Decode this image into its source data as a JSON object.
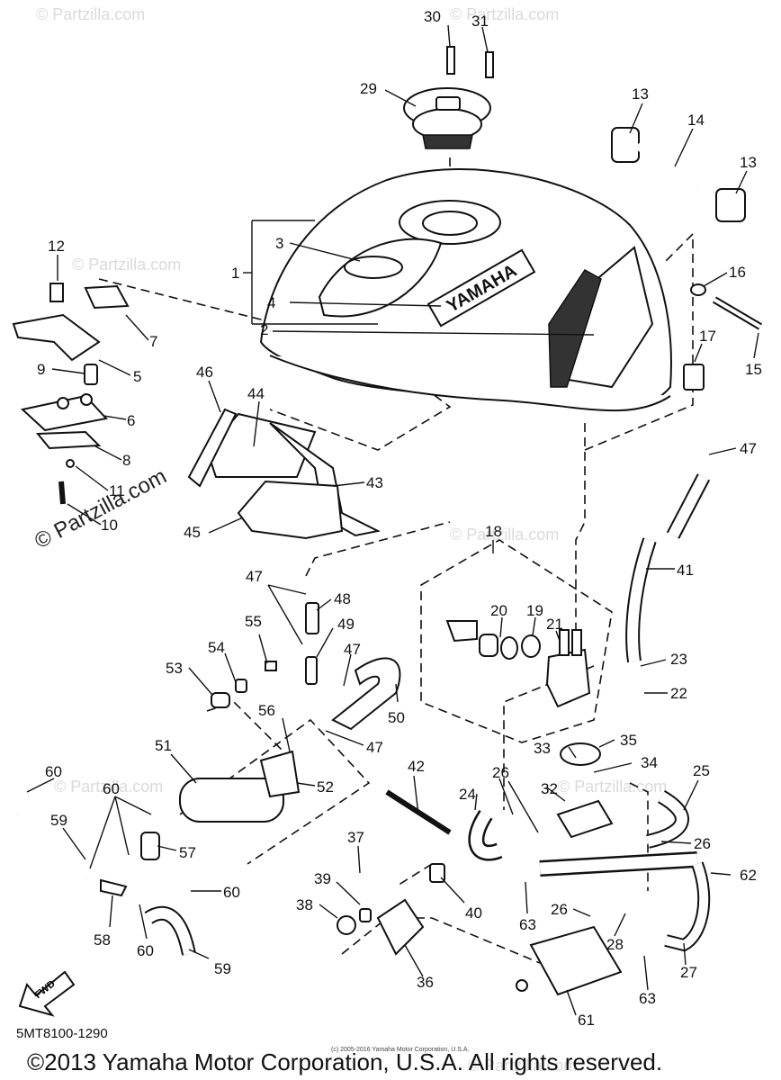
{
  "diagram": {
    "brand_text": "YAMAHA",
    "fwd_label": "FWD",
    "part_code": "5MT8100-1290",
    "small_copyright": "(c) 2005-2016 Yamaha Motor Corporation, U.S.A.",
    "copyright": "©2013 Yamaha Motor Corporation, U.S.A. All rights reserved.",
    "watermark_side": "© Partzilla.com",
    "watermark_faint": "© Partzilla.com",
    "callouts": [
      {
        "id": "c1",
        "label": "1"
      },
      {
        "id": "c2",
        "label": "2"
      },
      {
        "id": "c3",
        "label": "3"
      },
      {
        "id": "c4",
        "label": "4"
      },
      {
        "id": "c5",
        "label": "5"
      },
      {
        "id": "c6",
        "label": "6"
      },
      {
        "id": "c7",
        "label": "7"
      },
      {
        "id": "c8",
        "label": "8"
      },
      {
        "id": "c9",
        "label": "9"
      },
      {
        "id": "c10",
        "label": "10"
      },
      {
        "id": "c11",
        "label": "11"
      },
      {
        "id": "c12",
        "label": "12"
      },
      {
        "id": "c13a",
        "label": "13"
      },
      {
        "id": "c13b",
        "label": "13"
      },
      {
        "id": "c14",
        "label": "14"
      },
      {
        "id": "c15",
        "label": "15"
      },
      {
        "id": "c16",
        "label": "16"
      },
      {
        "id": "c17",
        "label": "17"
      },
      {
        "id": "c18",
        "label": "18"
      },
      {
        "id": "c19",
        "label": "19"
      },
      {
        "id": "c20",
        "label": "20"
      },
      {
        "id": "c21",
        "label": "21"
      },
      {
        "id": "c22",
        "label": "22"
      },
      {
        "id": "c23",
        "label": "23"
      },
      {
        "id": "c24",
        "label": "24"
      },
      {
        "id": "c25",
        "label": "25"
      },
      {
        "id": "c26a",
        "label": "26"
      },
      {
        "id": "c26b",
        "label": "26"
      },
      {
        "id": "c26c",
        "label": "26"
      },
      {
        "id": "c27",
        "label": "27"
      },
      {
        "id": "c28",
        "label": "28"
      },
      {
        "id": "c29",
        "label": "29"
      },
      {
        "id": "c30",
        "label": "30"
      },
      {
        "id": "c31",
        "label": "31"
      },
      {
        "id": "c32",
        "label": "32"
      },
      {
        "id": "c33",
        "label": "33"
      },
      {
        "id": "c34",
        "label": "34"
      },
      {
        "id": "c35",
        "label": "35"
      },
      {
        "id": "c36",
        "label": "36"
      },
      {
        "id": "c37",
        "label": "37"
      },
      {
        "id": "c38",
        "label": "38"
      },
      {
        "id": "c39",
        "label": "39"
      },
      {
        "id": "c40",
        "label": "40"
      },
      {
        "id": "c41",
        "label": "41"
      },
      {
        "id": "c42",
        "label": "42"
      },
      {
        "id": "c43",
        "label": "43"
      },
      {
        "id": "c44",
        "label": "44"
      },
      {
        "id": "c45",
        "label": "45"
      },
      {
        "id": "c46",
        "label": "46"
      },
      {
        "id": "c47a",
        "label": "47"
      },
      {
        "id": "c47b",
        "label": "47"
      },
      {
        "id": "c47c",
        "label": "47"
      },
      {
        "id": "c47d",
        "label": "47"
      },
      {
        "id": "c48",
        "label": "48"
      },
      {
        "id": "c49",
        "label": "49"
      },
      {
        "id": "c50",
        "label": "50"
      },
      {
        "id": "c51",
        "label": "51"
      },
      {
        "id": "c52",
        "label": "52"
      },
      {
        "id": "c53",
        "label": "53"
      },
      {
        "id": "c54",
        "label": "54"
      },
      {
        "id": "c55",
        "label": "55"
      },
      {
        "id": "c56",
        "label": "56"
      },
      {
        "id": "c57",
        "label": "57"
      },
      {
        "id": "c58",
        "label": "58"
      },
      {
        "id": "c59a",
        "label": "59"
      },
      {
        "id": "c59b",
        "label": "59"
      },
      {
        "id": "c60a",
        "label": "60"
      },
      {
        "id": "c60b",
        "label": "60"
      },
      {
        "id": "c60c",
        "label": "60"
      },
      {
        "id": "c60d",
        "label": "60"
      },
      {
        "id": "c61",
        "label": "61"
      },
      {
        "id": "c62",
        "label": "62"
      },
      {
        "id": "c63a",
        "label": "63"
      },
      {
        "id": "c63b",
        "label": "63"
      }
    ]
  }
}
